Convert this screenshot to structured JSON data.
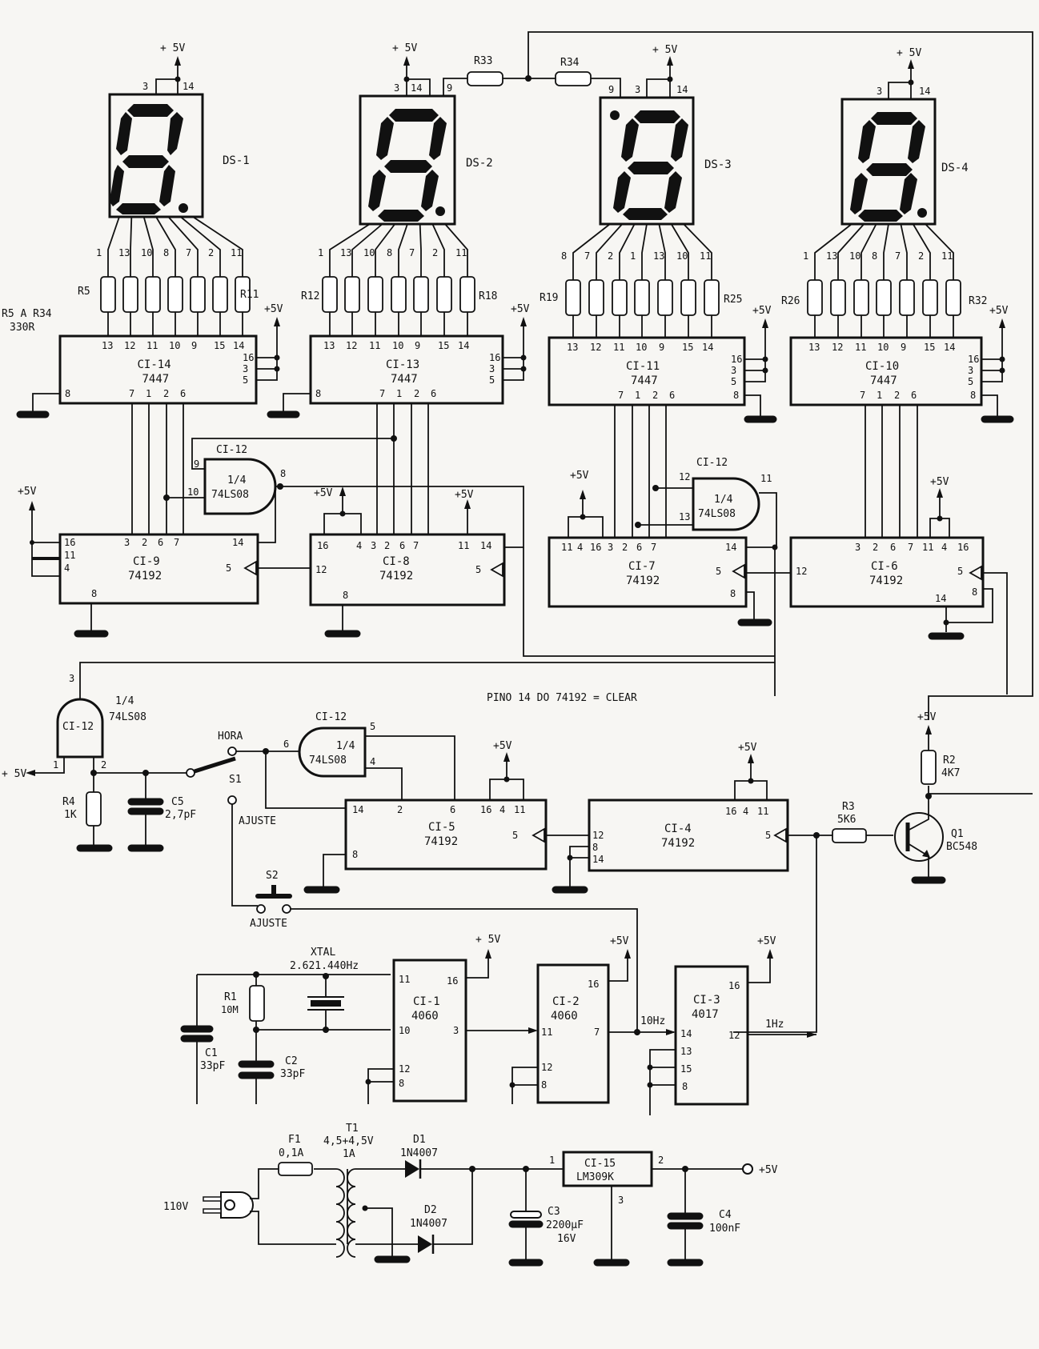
{
  "title_note": "PINO 14 DO 74192 = CLEAR",
  "supply_label": "+5V",
  "supply_label_spaced": "+ 5V",
  "displays": [
    {
      "id": "DS-1",
      "top_pins": [
        "3",
        "14"
      ],
      "bottom_pins": [
        "1",
        "13",
        "10",
        "8",
        "7",
        "2",
        "11"
      ]
    },
    {
      "id": "DS-2",
      "top_pins": [
        "3",
        "14",
        "9"
      ],
      "bottom_pins": [
        "1",
        "13",
        "10",
        "8",
        "7",
        "2",
        "11"
      ]
    },
    {
      "id": "DS-3",
      "top_pins": [
        "9",
        "3",
        "14"
      ],
      "bottom_pins": [
        "8",
        "7",
        "2",
        "1",
        "13",
        "10",
        "11"
      ]
    },
    {
      "id": "DS-4",
      "top_pins": [
        "3",
        "14"
      ],
      "bottom_pins": [
        "1",
        "13",
        "10",
        "8",
        "7",
        "2",
        "11"
      ]
    }
  ],
  "resistor_groups": [
    {
      "first": "R5",
      "last": "R11"
    },
    {
      "first": "R12",
      "last": "R18"
    },
    {
      "first": "R19",
      "last": "R25"
    },
    {
      "first": "R26",
      "last": "R32"
    }
  ],
  "resistor_note": {
    "line1": "R5 A R34",
    "line2": "330R"
  },
  "r33": "R33",
  "r34": "R34",
  "decoders": [
    {
      "id": "CI-14",
      "part": "7447"
    },
    {
      "id": "CI-13",
      "part": "7447"
    },
    {
      "id": "CI-11",
      "part": "7447"
    },
    {
      "id": "CI-10",
      "part": "7447"
    }
  ],
  "decoder_top_pins": [
    "13",
    "12",
    "11",
    "10",
    "9",
    "15",
    "14"
  ],
  "decoder_right_pins": [
    "16",
    "3",
    "5"
  ],
  "decoder_bottom_pins": [
    "7",
    "1",
    "2",
    "6"
  ],
  "decoder_gnd_pin": "8",
  "counters": [
    {
      "id": "CI-9",
      "part": "74192"
    },
    {
      "id": "CI-8",
      "part": "74192"
    },
    {
      "id": "CI-7",
      "part": "74192"
    },
    {
      "id": "CI-6",
      "part": "74192"
    },
    {
      "id": "CI-5",
      "part": "74192"
    },
    {
      "id": "CI-4",
      "part": "74192"
    }
  ],
  "counter_pins": {
    "ci9_top": [
      "3",
      "2",
      "6",
      "7",
      "14"
    ],
    "ci9_left": [
      "16",
      "11",
      "4"
    ],
    "ci9_right": "5",
    "ci9_bottom": "8",
    "ci8_top": [
      "16",
      "4",
      "3",
      "2",
      "6",
      "7",
      "11",
      "14"
    ],
    "ci8_left": "12",
    "ci8_right": "5",
    "ci8_bottom": "8",
    "ci7_top": [
      "11",
      "4",
      "16",
      "3",
      "2",
      "6",
      "7"
    ],
    "ci7_right": [
      "14",
      "5",
      "8"
    ],
    "ci6_top": [
      "3",
      "2",
      "6",
      "7",
      "11",
      "4",
      "16"
    ],
    "ci6_left": "12",
    "ci6_right": [
      "5",
      "8"
    ],
    "ci6_bottom": "14",
    "ci5_top": [
      "14",
      "2",
      "6",
      "16",
      "4",
      "11"
    ],
    "ci5_right": "5",
    "ci5_left": "8",
    "ci4_top": [
      "16",
      "4",
      "11"
    ],
    "ci4_left": [
      "12",
      "8",
      "14"
    ],
    "ci4_right": "5"
  },
  "gates": [
    {
      "id": "CI-12",
      "fraction": "1/4",
      "part": "74LS08",
      "pins": [
        "9",
        "10",
        "8"
      ]
    },
    {
      "id": "CI-12",
      "fraction": "1/4",
      "part": "74LS08",
      "pins": [
        "12",
        "13",
        "11"
      ]
    },
    {
      "id": "CI-12",
      "fraction": "1/4",
      "part": "74LS08",
      "pins": [
        "3",
        "1",
        "2"
      ]
    },
    {
      "id": "CI-12",
      "fraction": "1/4",
      "part": "74LS08",
      "pins": [
        "6",
        "5",
        "4"
      ]
    }
  ],
  "switches": {
    "s1": "S1",
    "hora": "HORA",
    "ajuste": "AJUSTE",
    "s2": "S2",
    "ajuste2": "AJUSTE"
  },
  "passives": {
    "r4": "R4",
    "r4_val": "1K",
    "c5": "C5",
    "c5_val": "2,7pF",
    "r2": "R2",
    "r2_val": "4K7",
    "r3": "R3",
    "r3_val": "5K6",
    "q1": "Q1",
    "q1_val": "BC548",
    "r1": "R1",
    "r1_val": "10M",
    "c1": "C1",
    "c1_val": "33pF",
    "c2": "C2",
    "c2_val": "33pF",
    "xtal": "XTAL",
    "xtal_val": "2.621.440Hz",
    "c3": "C3",
    "c3_val": "2200µF",
    "c3_v": "16V",
    "c4": "C4",
    "c4_val": "100nF"
  },
  "oscillator": {
    "ci1": "CI-1",
    "ci1_part": "4060",
    "ci1_pins": [
      "11",
      "10",
      "12",
      "8",
      "16",
      "3"
    ],
    "ci2": "CI-2",
    "ci2_part": "4060",
    "ci2_pins": [
      "11",
      "12",
      "8",
      "16",
      "7"
    ],
    "ci3": "CI-3",
    "ci3_part": "4017",
    "ci3_pins": [
      "14",
      "13",
      "15",
      "8",
      "16",
      "12"
    ],
    "f10": "10Hz",
    "f1": "1Hz"
  },
  "power": {
    "mains": "110V",
    "f1": "F1",
    "f1_val": "0,1A",
    "t1": "T1",
    "t1_val": "4,5+4,5V",
    "t1_cur": "1A",
    "d1": "D1",
    "d1_val": "1N4007",
    "d2": "D2",
    "d2_val": "1N4007",
    "reg": "CI-15",
    "reg_val": "LM309K",
    "reg_pins": [
      "1",
      "2",
      "3"
    ],
    "out": "+5V"
  }
}
